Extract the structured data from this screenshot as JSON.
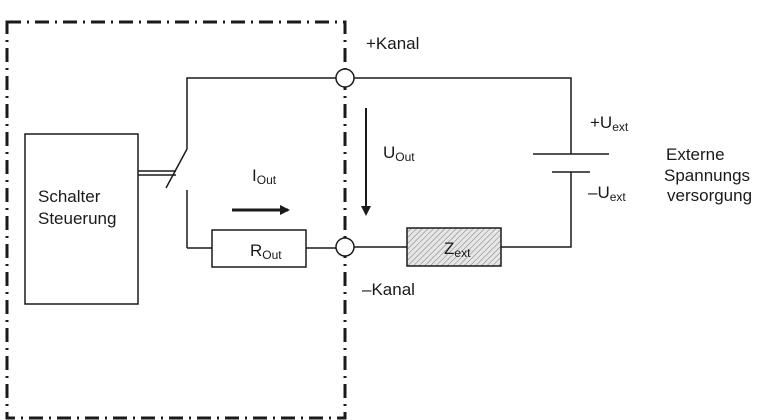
{
  "diagram": {
    "type": "circuit-schematic",
    "colors": {
      "line": "#1a1a1a",
      "background": "#ffffff",
      "hatch_fill": "#d9d9d9"
    },
    "controller": {
      "label_line1": "Schalter",
      "label_line2": "Steuerung"
    },
    "terminals": {
      "plus": {
        "label": "+Kanal"
      },
      "minus": {
        "label": "–Kanal"
      }
    },
    "current": {
      "symbol": "I",
      "subscript": "Out"
    },
    "voltage": {
      "symbol": "U",
      "subscript": "Out"
    },
    "output_resistor": {
      "symbol": "R",
      "subscript": "Out"
    },
    "external_impedance": {
      "symbol": "Z",
      "subscript": "ext"
    },
    "supply": {
      "plus": {
        "symbol": "+U",
        "subscript": "ext"
      },
      "minus": {
        "symbol": "–U",
        "subscript": "ext"
      },
      "label_line1": "Externe",
      "label_line2": "Spannungs",
      "label_line3": "versorgung"
    }
  }
}
